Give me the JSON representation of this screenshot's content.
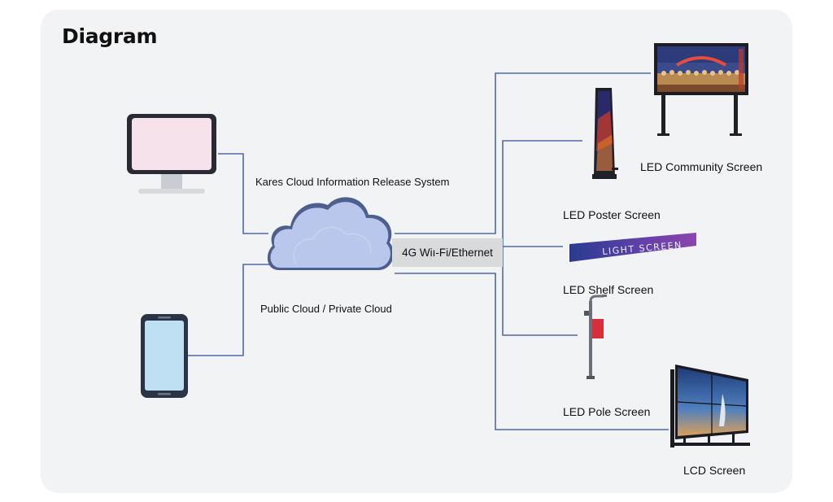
{
  "title": "Diagram",
  "cloud_system_label": "Kares Cloud Information Release System",
  "cloud_type_label": "Public Cloud / Private Cloud",
  "network_label": "4G Wiı-Fi/Ethernet",
  "devices": {
    "community": "LED Community Screen",
    "poster": "LED Poster Screen",
    "shelf": "LED Shelf Screen",
    "pole": "LED Pole Screen",
    "lcd": "LCD Screen"
  },
  "shelf_screen_text": "LIGHT SCREEN",
  "colors": {
    "wire": "#4f6aa8",
    "cloud": "#b9c8ec",
    "card": "#f2f3f5"
  }
}
